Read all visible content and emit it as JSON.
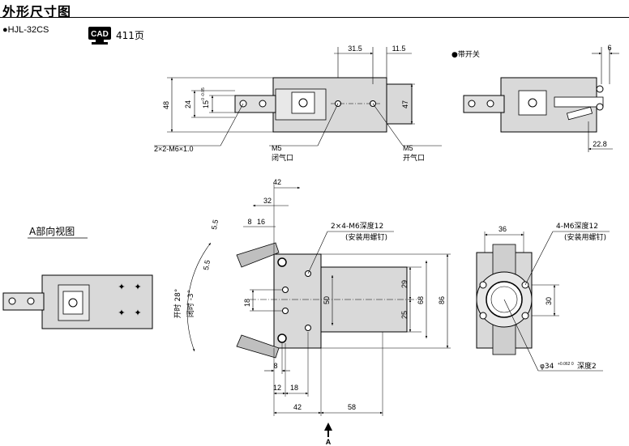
{
  "header": {
    "title": "外形尺寸图",
    "model": "●HJL-32CS",
    "cad_badge": "CAD",
    "cad_page": "411页"
  },
  "top_view": {
    "dims": {
      "d1": "31.5",
      "d2": "11.5",
      "h48": "48",
      "h24": "24",
      "h15": "15",
      "tol": "0 -0.05",
      "h47": "47"
    },
    "callouts": {
      "holes": "2×2-M6×1.0",
      "port_close_size": "M5",
      "port_close": "闭气口",
      "port_open_size": "M5",
      "port_open": "开气口"
    }
  },
  "switch_view": {
    "label": "●带开关",
    "d6": "6",
    "d228": "22.8"
  },
  "side_view": {
    "label": "A部向视图"
  },
  "main_view": {
    "dims": {
      "d42": "42",
      "d32": "32",
      "d8a": "8",
      "d16": "16",
      "d55a": "5.5",
      "d55b": "5.5",
      "open_angle": "开时 28°",
      "close_angle": "闭时 -3°",
      "d18": "18",
      "d50": "50",
      "d29": "29",
      "d25": "25",
      "d68": "68",
      "d86": "86",
      "d8b": "8",
      "d12": "12",
      "d18b": "18",
      "d42b": "42",
      "d58": "58",
      "arrow": "A"
    },
    "callouts": {
      "holes": "2×4-M6深度12",
      "holes_note": "(安装用螺钉)"
    }
  },
  "end_view": {
    "dims": {
      "d36": "36",
      "d30": "30"
    },
    "callouts": {
      "holes": "4-M6深度12",
      "holes_note": "(安装用螺钉)",
      "bore": "φ34",
      "bore_tol": "+0.062 0",
      "bore_depth": "深度2"
    }
  }
}
